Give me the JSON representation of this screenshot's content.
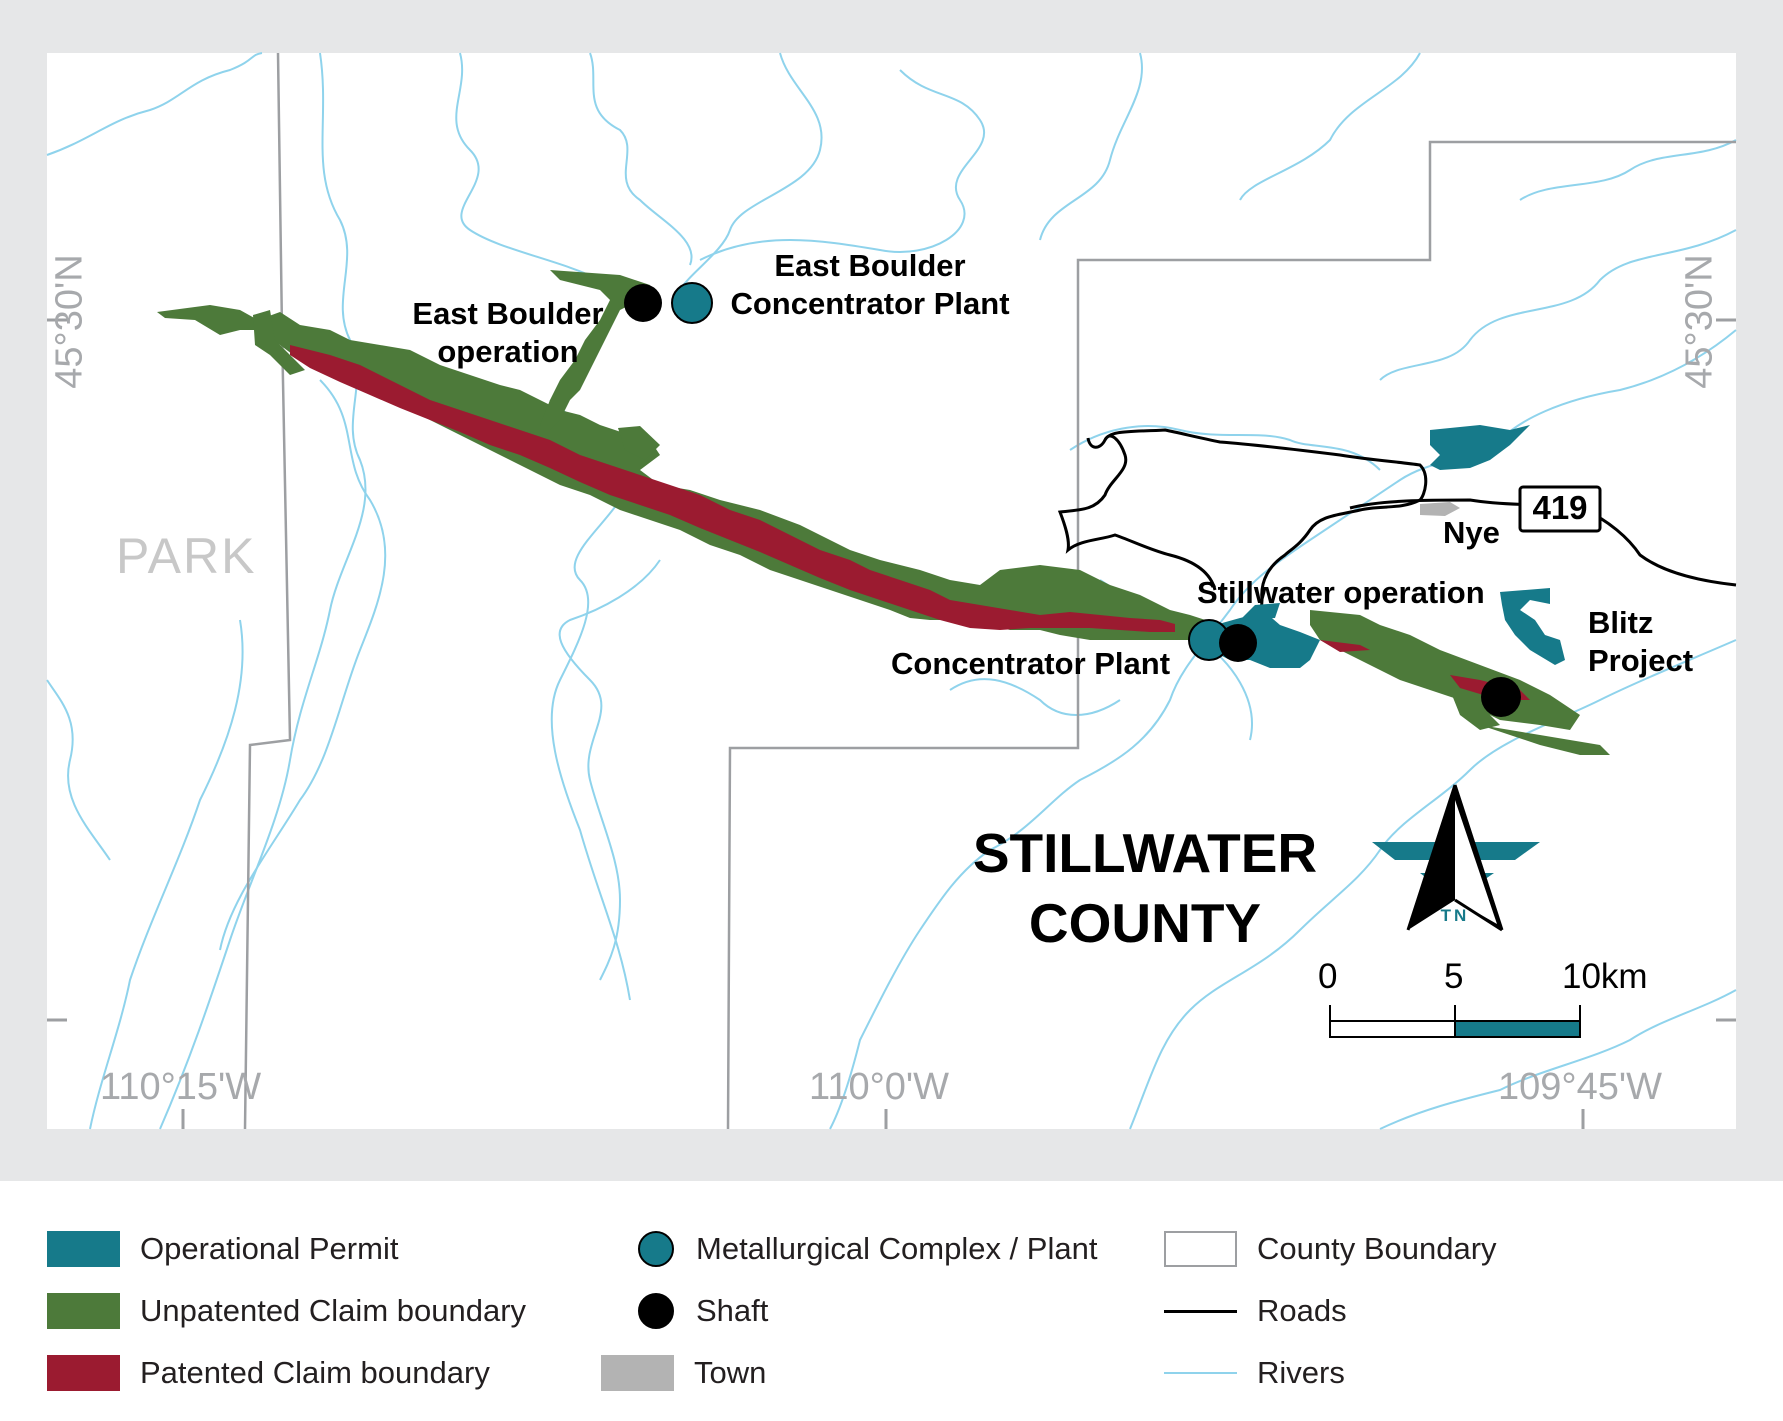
{
  "colors": {
    "operational": "#167a8a",
    "unpatented": "#4d7a3a",
    "patented": "#9b1b30",
    "town": "#b3b3b3",
    "river": "#8fd3ec",
    "road": "#000000",
    "county": "#9d9fa2",
    "frame": "#e6e7e8"
  },
  "map": {
    "coords": {
      "lat_left": "45°30'N",
      "lat_right": "45°30'N",
      "lon_1": "110°15'W",
      "lon_2": "110°0'W",
      "lon_3": "109°45'W"
    },
    "counties": {
      "park": "PARK",
      "stillwater_line1": "STILLWATER",
      "stillwater_line2": "COUNTY"
    },
    "labels": {
      "east_boulder_op_1": "East Boulder",
      "east_boulder_op_2": "operation",
      "eb_plant_1": "East Boulder",
      "eb_plant_2": "Concentrator Plant",
      "stillwater_op": "Stillwater operation",
      "concentrator": "Concentrator Plant",
      "nye": "Nye",
      "blitz_1": "Blitz",
      "blitz_2": "Project",
      "highway": "419"
    },
    "north_arrow": {
      "label": "TN",
      "icon": "north-arrow-icon"
    },
    "scale": {
      "labels": [
        "0",
        "5",
        "10km"
      ]
    }
  },
  "legend": {
    "operational": "Operational Permit",
    "unpatented": "Unpatented Claim boundary",
    "patented": "Patented Claim boundary",
    "metallurgical": "Metallurgical Complex / Plant",
    "shaft": "Shaft",
    "town": "Town",
    "county": "County Boundary",
    "roads": "Roads",
    "rivers": "Rivers"
  }
}
